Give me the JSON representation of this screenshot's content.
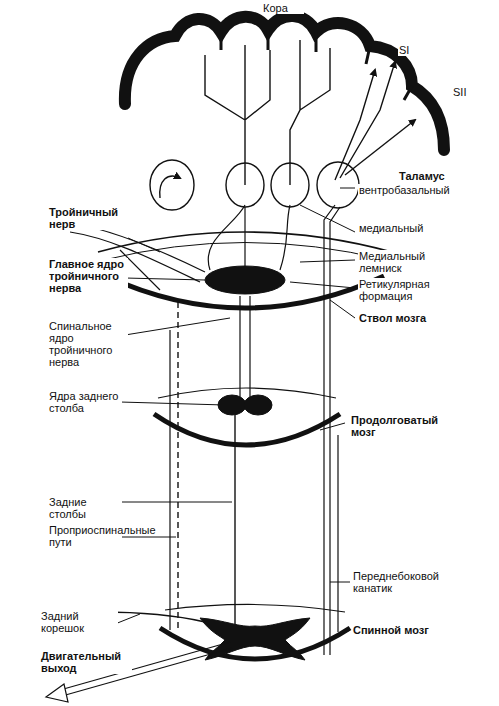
{
  "diagram": {
    "labels": [
      "Кора",
      "SI",
      "SII",
      "Таламус",
      "вентробазальный",
      "медиальный",
      "Медиальный лемниск",
      "Ретикулярная формация",
      "Ствол мозга",
      "Тройничный нерв",
      "Главное ядро тройничного нерва",
      "Спинальное ядро тройничного нерва",
      "Ядра заднего столба",
      "Продолговатый мозг",
      "Задние столбы",
      "Проприоспинальные пути",
      "Переднебоковой канатик",
      "Задний корешок",
      "Спинной мозг",
      "Двигательный выход"
    ]
  }
}
